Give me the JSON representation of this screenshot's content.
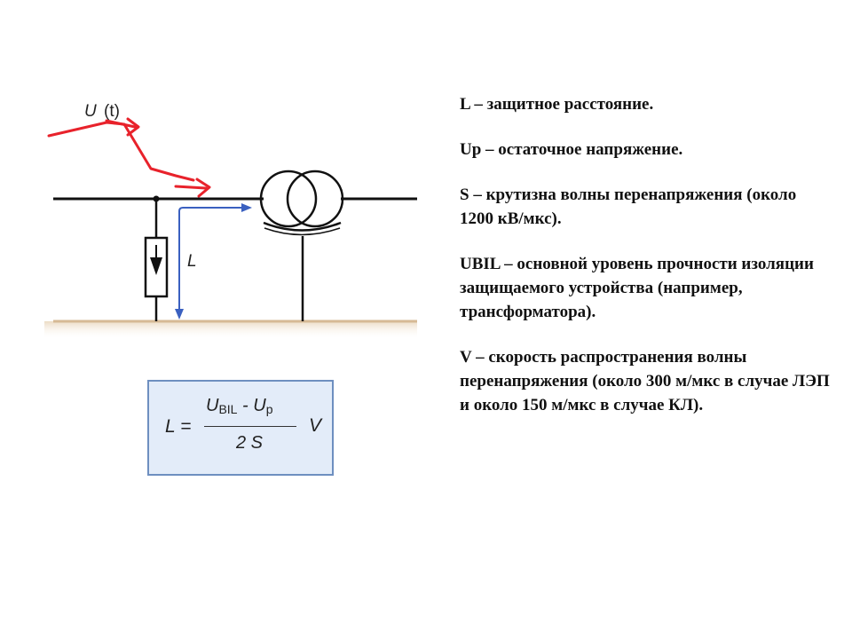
{
  "diagram": {
    "label_u": "U",
    "label_t": "(t)",
    "label_l": "L",
    "colors": {
      "wave": "#e8222b",
      "distance_arrow": "#3a60c0",
      "ground": "#ecdcc4",
      "ground_line": "#d6b995",
      "wire": "#111111"
    },
    "icons": [
      "transformer-icon",
      "surge-arrester-icon",
      "ground-icon"
    ]
  },
  "formula": {
    "lhs": "L =",
    "u_bil_base": "U",
    "u_bil_sub": "BIL",
    "minus": " - ",
    "u_p_base": "U",
    "u_p_sub": "p",
    "denominator": "2 S",
    "rhs": "V",
    "colors": {
      "border": "#6e8fc0",
      "fill": "#e3ecf9"
    }
  },
  "definitions": [
    {
      "text": "L – защитное расстояние."
    },
    {
      "text": "Up – остаточное напряжение."
    },
    {
      "text": "S – крутизна волны перенапряжения (около 1200 кВ/мкс)."
    },
    {
      "text": "UBIL – основной уровень прочности изоляции защищаемого устройства (например, трансформатора)."
    },
    {
      "text": "V – скорость распространения волны перенапряжения (около 300 м/мкс в случае ЛЭП и около 150 м/мкс в случае КЛ)."
    }
  ]
}
